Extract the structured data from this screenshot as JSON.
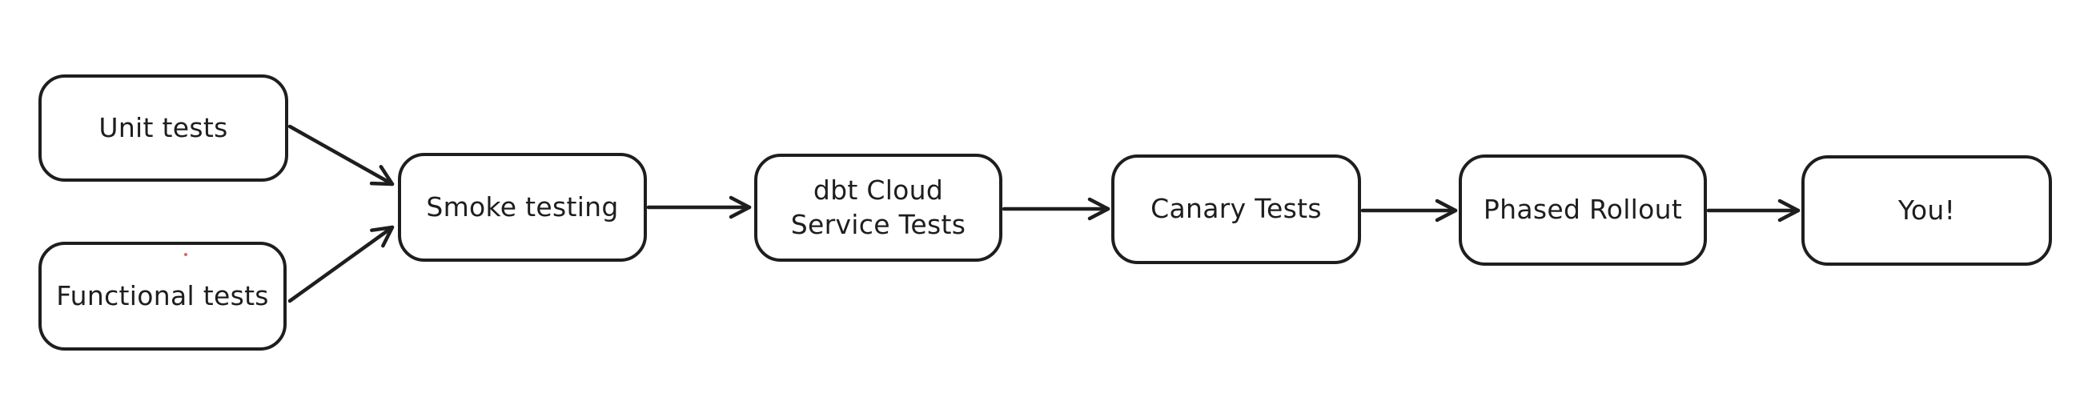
{
  "diagram": {
    "type": "flowchart",
    "style": "hand-drawn-whiteboard",
    "colors": {
      "background": "#ffffff",
      "stroke": "#1e1e1e",
      "node_fill": "#ffffff",
      "speck": "#c9524a"
    },
    "nodes": [
      {
        "id": "unit-tests",
        "label": "Unit tests"
      },
      {
        "id": "functional-tests",
        "label": "Functional tests"
      },
      {
        "id": "smoke-testing",
        "label": "Smoke testing"
      },
      {
        "id": "dbt-cloud-service-tests",
        "label": "dbt Cloud\nService Tests"
      },
      {
        "id": "canary-tests",
        "label": "Canary Tests"
      },
      {
        "id": "phased-rollout",
        "label": "Phased Rollout"
      },
      {
        "id": "you",
        "label": "You!"
      }
    ],
    "edges": [
      {
        "from": "unit-tests",
        "to": "smoke-testing"
      },
      {
        "from": "functional-tests",
        "to": "smoke-testing"
      },
      {
        "from": "smoke-testing",
        "to": "dbt-cloud-service-tests"
      },
      {
        "from": "dbt-cloud-service-tests",
        "to": "canary-tests"
      },
      {
        "from": "canary-tests",
        "to": "phased-rollout"
      },
      {
        "from": "phased-rollout",
        "to": "you"
      }
    ]
  }
}
